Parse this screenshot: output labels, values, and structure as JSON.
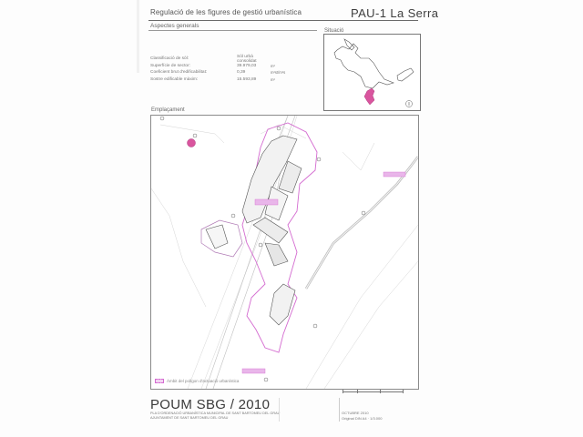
{
  "header": {
    "title": "Regulació de les figures de gestió urbanística",
    "code": "PAU-1 La Serra",
    "section": "Aspectes generals"
  },
  "properties": [
    {
      "label": "Classificació de sòl:",
      "value": "Sòl urbà consolidat",
      "unit": ""
    },
    {
      "label": "Superfície de sector:",
      "value": "39.979,03",
      "unit": "m²"
    },
    {
      "label": "Coeficient brut d'edificabilitat:",
      "value": "0,39",
      "unit": "m²st/m²s"
    },
    {
      "label": "Sostre edificable màxim:",
      "value": "15.593,89",
      "unit": "m²"
    }
  ],
  "situation": {
    "label": "Situació",
    "north_symbol": "N",
    "highlight_color": "#d9559e"
  },
  "location": {
    "label": "Emplaçament",
    "boundary_color": "#d46bd0",
    "label_fill": "#e9b6ea"
  },
  "legend": {
    "text": "Àmbit del polígon d'actuació urbanística"
  },
  "footer": {
    "title": "POUM SBG / 2010",
    "line1": "PLA D'ORDENACIÓ URBANÍSTICA MUNICIPAL DE SANT BARTOMEU DEL GRAU",
    "line2": "AJUNTAMENT DE SANT BARTOMEU DEL GRAU",
    "middle": "",
    "date": "OCTUBRE 2010",
    "sheet": "Original DIN A4 · 1/3.000"
  }
}
